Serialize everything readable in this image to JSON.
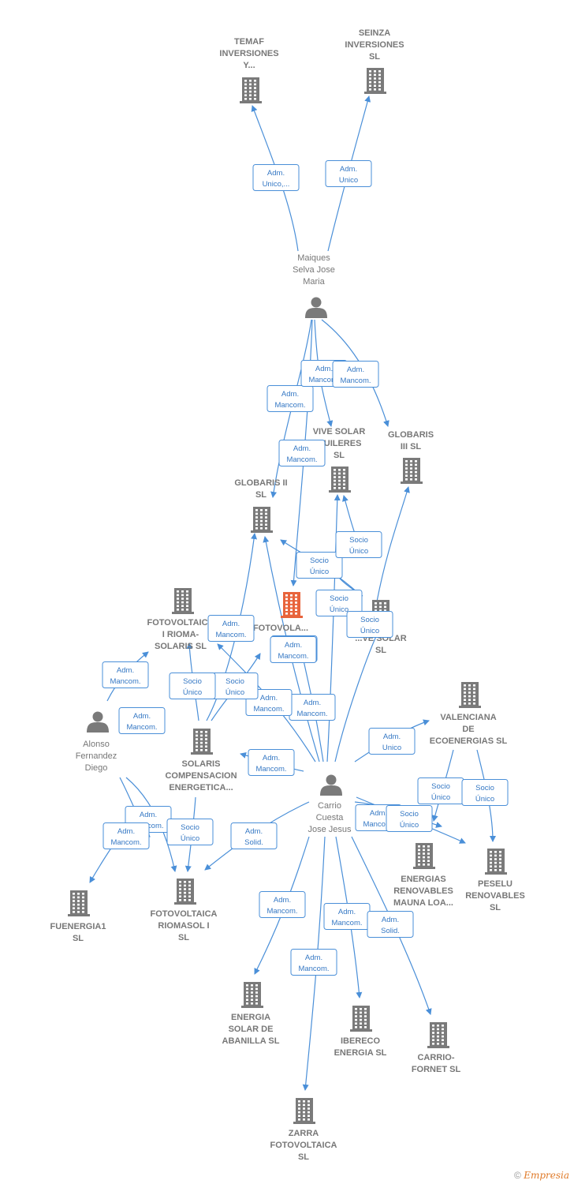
{
  "nodes": [
    {
      "id": "temaf",
      "type": "company",
      "label": [
        "TEMAF",
        "INVERSIONES",
        "Y..."
      ]
    },
    {
      "id": "seinza",
      "type": "company",
      "label": [
        "SEINZA",
        "INVERSIONES",
        "SL"
      ]
    },
    {
      "id": "maiques",
      "type": "person",
      "label": [
        "Maiques",
        "Selva Jose",
        "Maria"
      ]
    },
    {
      "id": "vive_alq",
      "type": "company",
      "label": [
        "VIVE SOLAR",
        "...UILERES",
        "SL"
      ]
    },
    {
      "id": "globaris3",
      "type": "company",
      "label": [
        "GLOBARIS",
        "III  SL"
      ]
    },
    {
      "id": "globaris2",
      "type": "company",
      "label": [
        "GLOBARIS II",
        "SL"
      ]
    },
    {
      "id": "fotovola",
      "type": "focus",
      "label": [
        "FOTOVOLA..."
      ]
    },
    {
      "id": "vive_solar",
      "type": "company",
      "label": [
        "...VE SOLAR",
        "SL"
      ]
    },
    {
      "id": "fotorioma",
      "type": "company",
      "label": [
        "FOTOVOLTAICA",
        "I RIOMA-",
        "SOLARIS  SL"
      ]
    },
    {
      "id": "alonso",
      "type": "person",
      "label": [
        "Alonso",
        "Fernandez",
        "Diego"
      ]
    },
    {
      "id": "solaris_comp",
      "type": "company",
      "label": [
        "SOLARIS",
        "COMPENSACION",
        "ENERGETICA..."
      ]
    },
    {
      "id": "valenciana",
      "type": "company",
      "label": [
        "VALENCIANA",
        "DE",
        "ECOENERGIAS SL"
      ]
    },
    {
      "id": "carrio",
      "type": "person",
      "label": [
        "Carrio",
        "Cuesta",
        "Jose Jesus"
      ]
    },
    {
      "id": "fuenergia",
      "type": "company",
      "label": [
        "FUENERGIA1",
        "SL"
      ]
    },
    {
      "id": "riomasol",
      "type": "company",
      "label": [
        "FOTOVOLTAICA",
        "RIOMASOL I",
        "SL"
      ]
    },
    {
      "id": "mauna",
      "type": "company",
      "label": [
        "ENERGIAS",
        "RENOVABLES",
        "MAUNA LOA..."
      ]
    },
    {
      "id": "peselu",
      "type": "company",
      "label": [
        "PESELU",
        "RENOVABLES",
        "SL"
      ]
    },
    {
      "id": "abanilla",
      "type": "company",
      "label": [
        "ENERGIA",
        "SOLAR DE",
        "ABANILLA  SL"
      ]
    },
    {
      "id": "ibereco",
      "type": "company",
      "label": [
        "IBERECO",
        "ENERGIA  SL"
      ]
    },
    {
      "id": "carriofornet",
      "type": "company",
      "label": [
        "CARRIO-",
        "FORNET SL"
      ]
    },
    {
      "id": "zarra",
      "type": "company",
      "label": [
        "ZARRA",
        "FOTOVOLTAICA",
        "SL"
      ]
    }
  ],
  "edge_labels": [
    [
      "Adm.",
      "Unico,..."
    ],
    [
      "Adm.",
      "Unico"
    ],
    [
      "Adm.",
      "Mancom."
    ],
    [
      "Adm.",
      "Mancom."
    ],
    [
      "Adm.",
      "Mancom."
    ],
    [
      "Adm.",
      "Mancom."
    ],
    [
      "Socio",
      "Único"
    ],
    [
      "Socio",
      "Único"
    ],
    [
      "Socio",
      "Único"
    ],
    [
      "Adm.",
      "Mancom."
    ],
    [
      "Adm.",
      "Mancom."
    ],
    [
      "Socio",
      "Único"
    ],
    [
      "Adm.",
      "Mancom."
    ],
    [
      "Adm.",
      "Mancom."
    ],
    [
      "Adm.",
      "Mancom."
    ],
    [
      "Socio",
      "Único"
    ],
    [
      "Socio",
      "Único"
    ],
    [
      "Adm.",
      "Mancom."
    ],
    [
      "Adm.",
      "Mancom."
    ],
    [
      "Adm.",
      "Mancom."
    ],
    [
      "Adm.",
      "Unico"
    ],
    [
      "Socio",
      "Único"
    ],
    [
      "Socio",
      "Único"
    ],
    [
      "Adm.",
      "Mancom."
    ],
    [
      "Socio",
      "Único"
    ],
    [
      "Adm.",
      "Mancom."
    ],
    [
      "Socio",
      "Único"
    ],
    [
      "Adm.",
      "Mancom."
    ],
    [
      "Adm.",
      "Solid."
    ],
    [
      "Adm.",
      "Mancom."
    ],
    [
      "Adm.",
      "Mancom."
    ],
    [
      "Adm.",
      "Mancom."
    ],
    [
      "Adm.",
      "Solid."
    ],
    [
      "Adm.",
      "Mancom."
    ],
    [
      "Adm.",
      "Unico"
    ]
  ],
  "colors": {
    "edge": "#4a8fd8",
    "icon": "#7a7a7a",
    "focus": "#e8643c"
  },
  "footer": {
    "copyright": "©",
    "brand": "Empresia"
  }
}
